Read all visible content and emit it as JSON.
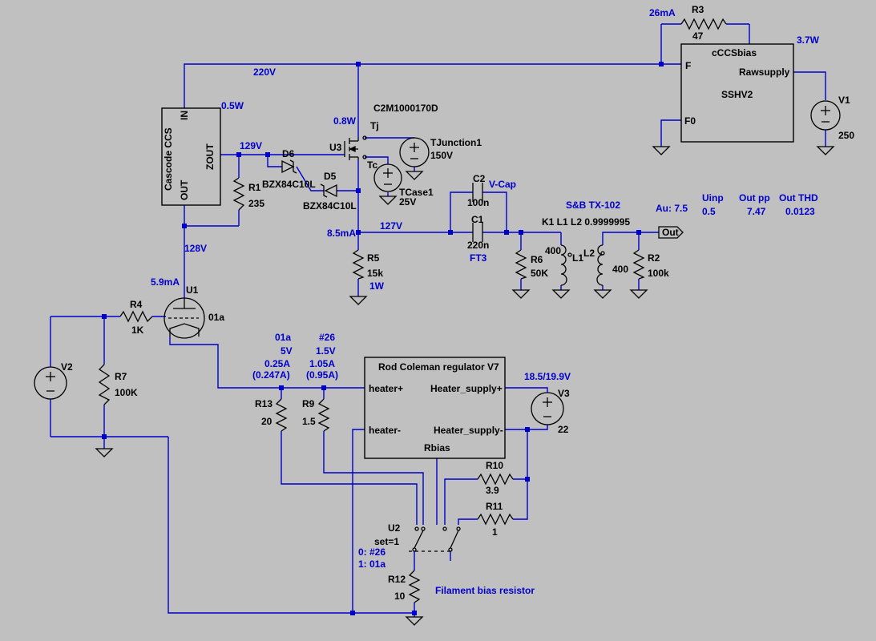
{
  "colors": {
    "background": "#c0c0c0",
    "wire": "#0000cc",
    "component": "#000000",
    "annotation": "#0000cc"
  },
  "supply_net": {
    "voltage": "220V",
    "current": "26mA"
  },
  "r3": {
    "ref": "R3",
    "value": "47"
  },
  "sshv2": {
    "name": "SSHV2",
    "pin_top": "cCCSbias",
    "pin_f": "F",
    "pin_f0": "F0",
    "pin_raw": "Rawsupply",
    "power": "3.7W"
  },
  "v1": {
    "ref": "V1",
    "value": "250"
  },
  "ccs": {
    "name": "Cascode CCS",
    "pin_in": "IN",
    "pin_out": "OUT",
    "pin_zout": "ZOUT",
    "power": "0.5W"
  },
  "mosfet": {
    "part": "C2M1000170D",
    "ref": "U3",
    "power": "0.8W",
    "tj": "Tj",
    "tc": "Tc"
  },
  "tjunction": {
    "ref": "TJunction1",
    "value": "150V"
  },
  "tcase": {
    "ref": "TCase1",
    "value": "25V"
  },
  "d6": {
    "ref": "D6",
    "part": "BZX84C10L"
  },
  "d5": {
    "ref": "D5",
    "part": "BZX84C10L"
  },
  "r1": {
    "ref": "R1",
    "value": "235"
  },
  "nets": {
    "v129": "129V",
    "v128": "128V",
    "i59": "5.9mA",
    "i85": "8.5mA",
    "v127": "127V",
    "vcap": "V-Cap",
    "ft3": "FT3"
  },
  "c2": {
    "ref": "C2",
    "value": "100n"
  },
  "c1": {
    "ref": "C1",
    "value": "220n"
  },
  "r5": {
    "ref": "R5",
    "value": "15k",
    "power": "1W"
  },
  "r6": {
    "ref": "R6",
    "value": "50K"
  },
  "transformer": {
    "name": "S&B TX-102",
    "coupling": "K1 L1 L2 0.9999995",
    "l1": "L1",
    "l1_value": "400",
    "l2": "L2",
    "l2_value": "400"
  },
  "r2": {
    "ref": "R2",
    "value": "100k"
  },
  "out_label": "Out",
  "measurements": {
    "au": "Au: 7.5",
    "uinp_label": "Uinp",
    "uinp_value": "0.5",
    "outpp_label": "Out pp",
    "outpp_value": "7.47",
    "outthd_label": "Out THD",
    "outthd_value": "0.0123"
  },
  "u1": {
    "ref": "U1",
    "part": "01a"
  },
  "r4": {
    "ref": "R4",
    "value": "1K"
  },
  "v2": {
    "ref": "V2"
  },
  "r7": {
    "ref": "R7",
    "value": "100K"
  },
  "tubes": {
    "a_name": "01a",
    "a_v": "5V",
    "a_i": "0.25A",
    "a_i2": "(0.247A)",
    "b_name": "#26",
    "b_v": "1.5V",
    "b_i": "1.05A",
    "b_i2": "(0.95A)"
  },
  "regulator": {
    "name": "Rod Coleman regulator V7",
    "heater_p": "heater+",
    "heater_m": "heater-",
    "supply_p": "Heater_supply+",
    "supply_m": "Heater_supply-",
    "rbias": "Rbias"
  },
  "r13": {
    "ref": "R13",
    "value": "20"
  },
  "r9": {
    "ref": "R9",
    "value": "1.5"
  },
  "v3": {
    "ref": "V3",
    "value": "22",
    "label": "18.5/19.9V"
  },
  "r10": {
    "ref": "R10",
    "value": "3.9"
  },
  "r11": {
    "ref": "R11",
    "value": "1"
  },
  "u2": {
    "ref": "U2",
    "set": "set=1",
    "opt0": "0: #26",
    "opt1": "1:  01a"
  },
  "r12": {
    "ref": "R12",
    "value": "10"
  },
  "filament_label": "Filament bias resistor"
}
